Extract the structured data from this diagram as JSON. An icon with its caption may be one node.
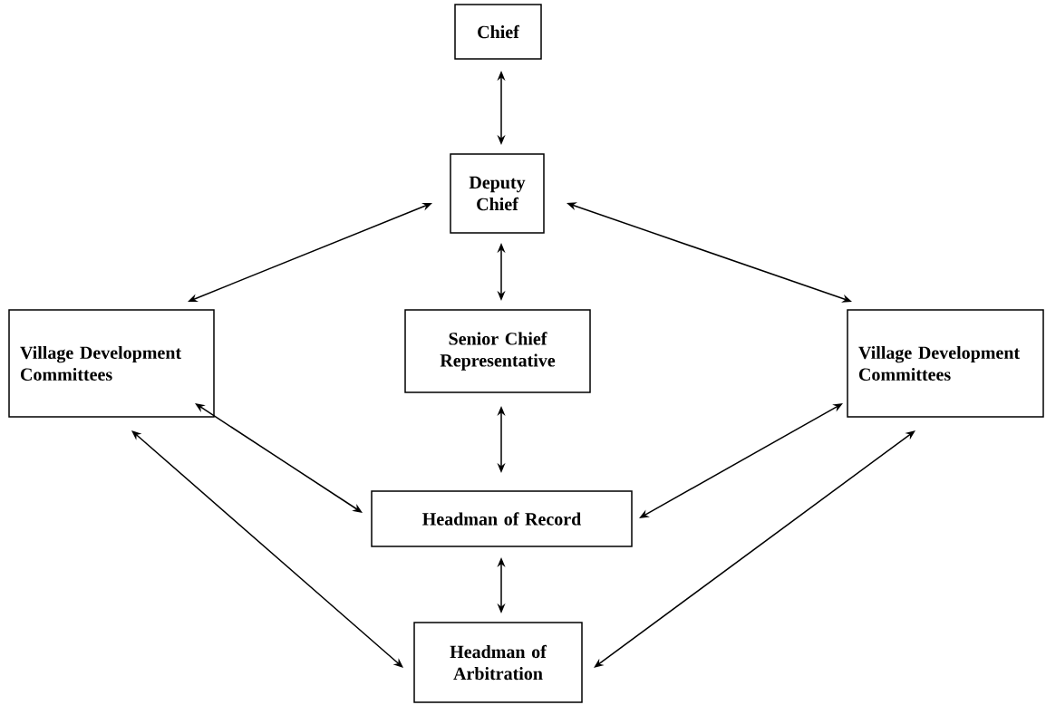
{
  "diagram": {
    "nodes": [
      {
        "text": [
          "Chief"
        ]
      },
      {
        "text": [
          "Deputy Chief"
        ]
      },
      {
        "text": [
          "Village Development Committees"
        ]
      },
      {
        "text": [
          "Senior Chief Representative"
        ]
      },
      {
        "text": [
          "Village Development Committees"
        ]
      },
      {
        "text": [
          "Headman of Record"
        ]
      },
      {
        "text": [
          "Headman of Arbitration"
        ]
      }
    ],
    "edges": [
      {
        "from": 0,
        "to": 1,
        "arrow": "both"
      },
      {
        "from": 1,
        "to": 2,
        "arrow": "both"
      },
      {
        "from": 1,
        "to": 3,
        "arrow": "both"
      },
      {
        "from": 1,
        "to": 4,
        "arrow": "both"
      },
      {
        "from": 3,
        "to": 5,
        "arrow": "both"
      },
      {
        "from": 2,
        "to": 5,
        "arrow": "both"
      },
      {
        "from": 4,
        "to": 5,
        "arrow": "both"
      },
      {
        "from": 5,
        "to": 6,
        "arrow": "both"
      },
      {
        "from": 2,
        "to": 6,
        "arrow": "both"
      },
      {
        "from": 4,
        "to": 6,
        "arrow": "both"
      }
    ]
  }
}
